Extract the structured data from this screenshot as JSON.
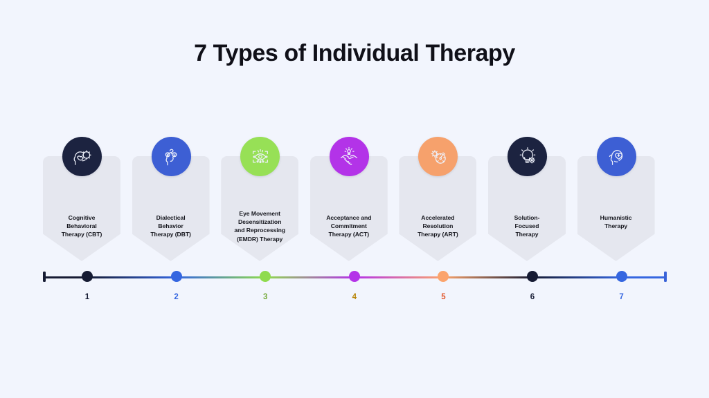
{
  "title": "7 Types of Individual Therapy",
  "theme": {
    "background": "#f2f5fd",
    "card_fill": "#e5e7ef",
    "title_color": "#101018",
    "card_text_color": "#15161d"
  },
  "items": [
    {
      "number": "1",
      "label": "Cognitive Behavioral Therapy (CBT)",
      "lines": [
        "Cognitive",
        "Behavioral",
        "Therapy (CBT)"
      ],
      "icon": "head-brain-gear-icon",
      "circle_color": "#1c2340",
      "dot_color": "#161b33",
      "number_color": "#161b33"
    },
    {
      "number": "2",
      "label": "Dialectical Behavior Therapy (DBT)",
      "lines": [
        "Dialectical",
        "Behavior",
        "Therapy (DBT)"
      ],
      "icon": "head-emotions-icon",
      "circle_color": "#3d5fd4",
      "dot_color": "#3566e0",
      "number_color": "#3566e0"
    },
    {
      "number": "3",
      "label": "Eye Movement Desensitization and Reprocessing (EMDR) Therapy",
      "lines": [
        "Eye Movement",
        "Desensitization",
        "and Reprocessing",
        "(EMDR) Therapy"
      ],
      "icon": "eye-scan-icon",
      "circle_color": "#97e056",
      "dot_color": "#8fdb4e",
      "number_color": "#74a939"
    },
    {
      "number": "4",
      "label": "Acceptance and Commitment Therapy (ACT)",
      "lines": [
        "Acceptance and",
        "Commitment",
        "Therapy (ACT)"
      ],
      "icon": "handshake-idea-icon",
      "circle_color": "#b333e8",
      "dot_color": "#b433e8",
      "number_color": "#b8860b"
    },
    {
      "number": "5",
      "label": "Accelerated Resolution Therapy (ART)",
      "lines": [
        "Accelerated",
        "Resolution",
        "Therapy (ART)"
      ],
      "icon": "gear-gauge-icon",
      "circle_color": "#f6a16c",
      "dot_color": "#fba46d",
      "number_color": "#e2562a"
    },
    {
      "number": "6",
      "label": "Solution-Focused Therapy",
      "lines": [
        "Solution-",
        "Focused",
        "Therapy"
      ],
      "icon": "lightbulb-gear-icon",
      "circle_color": "#1c2340",
      "dot_color": "#161b33",
      "number_color": "#161b33"
    },
    {
      "number": "7",
      "label": "Humanistic Therapy",
      "lines": [
        "Humanistic",
        "Therapy"
      ],
      "icon": "head-heart-plus-icon",
      "circle_color": "#3d5fd4",
      "dot_color": "#3566e0",
      "number_color": "#3566e0"
    }
  ],
  "timeline": {
    "left_cap_color": "#161b33",
    "right_cap_color": "#3a63d8"
  }
}
